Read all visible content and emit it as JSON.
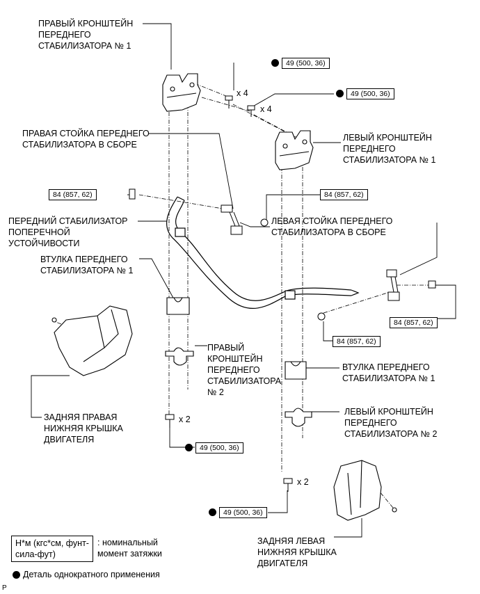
{
  "labels": {
    "right_bracket_1": "ПРАВЫЙ КРОНШТЕЙН\nПЕРЕДНЕГО\nСТАБИЛИЗАТОРА № 1",
    "right_link": "ПРАВАЯ СТОЙКА ПЕРЕДНЕГО\nСТАБИЛИЗАТОРА В СБОРЕ",
    "left_bracket_1": "ЛЕВЫЙ КРОНШТЕЙН\nПЕРЕДНЕГО\nСТАБИЛИЗАТОРА № 1",
    "stabilizer_bar": "ПЕРЕДНИЙ СТАБИЛИЗАТОР\nПОПЕРЕЧНОЙ\nУСТОЙЧИВОСТИ",
    "left_link": "ЛЕВАЯ СТОЙКА ПЕРЕДНЕГО\nСТАБИЛИЗАТОРА В СБОРЕ",
    "bushing_upper": "ВТУЛКА ПЕРЕДНЕГО\nСТАБИЛИЗАТОРА № 1",
    "right_bracket_2": "ПРАВЫЙ\nКРОНШТЕЙН\nПЕРЕДНЕГО\nСТАБИЛИЗАТОРА\n№ 2",
    "bushing_lower": "ВТУЛКА ПЕРЕДНЕГО\nСТАБИЛИЗАТОРА № 1",
    "left_bracket_2": "ЛЕВЫЙ КРОНШТЕЙН\nПЕРЕДНЕГО\nСТАБИЛИЗАТОРА № 2",
    "rear_right_cover": "ЗАДНЯЯ ПРАВАЯ\nНИЖНЯЯ КРЫШКА\nДВИГАТЕЛЯ",
    "rear_left_cover": "ЗАДНЯЯ ЛЕВАЯ\nНИЖНЯЯ КРЫШКА\nДВИГАТЕЛЯ"
  },
  "torques": {
    "t1": "49 (500, 36)",
    "t2": "49 (500, 36)",
    "t3": "84 (857, 62)",
    "t4": "84 (857, 62)",
    "t5": "84 (857, 62)",
    "t6": "84 (857, 62)",
    "t7": "49 (500, 36)",
    "t8": "49 (500, 36)"
  },
  "multipliers": {
    "m1": "x 4",
    "m2": "x 4",
    "m3": "x 2",
    "m4": "x 2"
  },
  "legend": {
    "unit_box": "Н*м (кгс*см, фунт-\nсила-фут)",
    "unit_desc": ": номинальный\nмомент затяжки",
    "single_use": "Деталь однократного применения"
  },
  "corner_mark": "P"
}
